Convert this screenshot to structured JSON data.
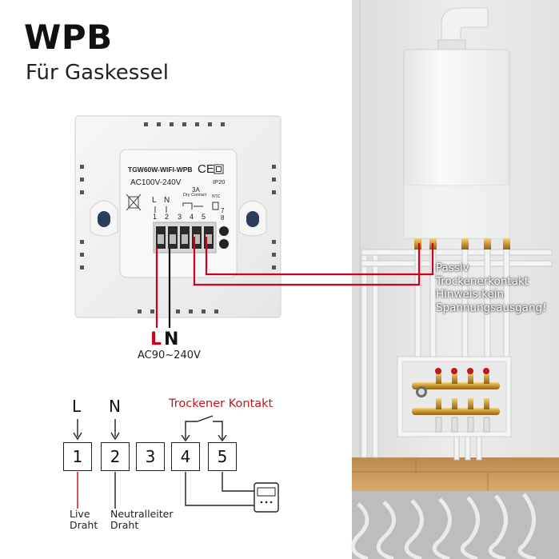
{
  "header": {
    "title": "WPB",
    "subtitle": "Für Gaskessel"
  },
  "device": {
    "model": "TGW60W-WIFI-WPB",
    "ce_mark": "CE",
    "voltage_rating": "AC100V-240V",
    "ip_rating": "IP20",
    "current_rating": "3A",
    "dry_contact_label": "Dry Contact",
    "ntc_label": "NTC",
    "terminal_top_labels": [
      "L",
      "N",
      "",
      "",
      ""
    ],
    "terminal_numbers": [
      "1",
      "2",
      "3",
      "4",
      "5"
    ],
    "ntc_numbers": [
      "7",
      "8"
    ]
  },
  "power_input": {
    "l_label": "L",
    "n_label": "N",
    "voltage": "AC90~240V"
  },
  "boiler_note": {
    "lines": [
      "Passiv",
      "Trockenerkontakt",
      "Hinweis:kein",
      "Spannungsausgang!"
    ]
  },
  "wiring_diagram": {
    "dry_contact_title": "Trockener Kontakt",
    "top_labels": {
      "l": "L",
      "n": "N"
    },
    "terminals": [
      "1",
      "2",
      "3",
      "4",
      "5"
    ],
    "live_label": [
      "Live",
      "Draht"
    ],
    "neutral_label": [
      "Neutralleiter",
      "Draht"
    ]
  },
  "colors": {
    "wire_red": "#d0021b",
    "title_red": "#c0171c",
    "wall": "#e9e9e9",
    "floor": "#c79a5c"
  }
}
